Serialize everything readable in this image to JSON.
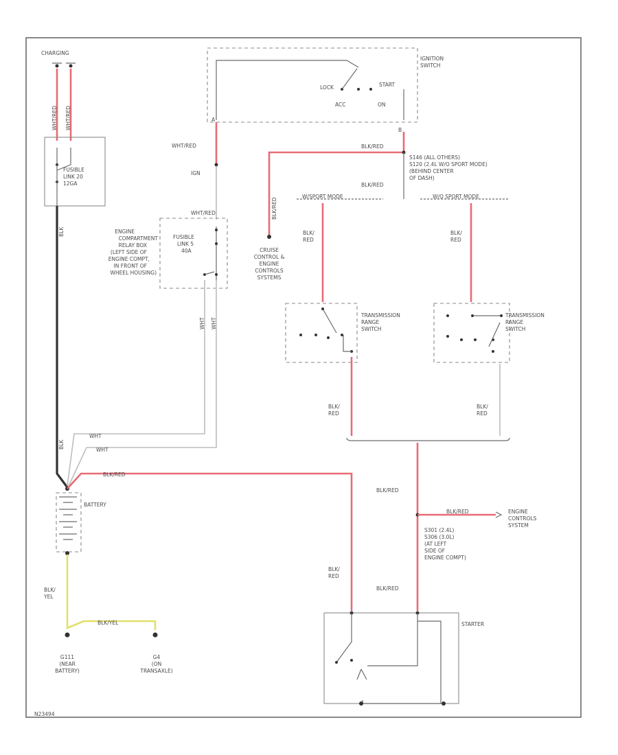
{
  "diagram": {
    "ignition_switch": {
      "title": [
        "IGNITION",
        "SWITCH"
      ],
      "lock": "LOCK",
      "acc": "ACC",
      "on": "ON",
      "start": "START"
    },
    "charging": "CHARGING",
    "fusible_link_20": [
      "FUSIBLE",
      "LINK 20",
      "12GA"
    ],
    "fusible_link_5": [
      "FUSIBLE",
      "LINK 5",
      "40A"
    ],
    "relay_box": [
      "ENGINE",
      "COMPARTMENT",
      "RELAY BOX",
      "(LEFT SIDE OF",
      "ENGINE COMPT,",
      "IN FRONT OF",
      "WHEEL HOUSING)"
    ],
    "splice_s146": [
      "S146 (ALL OTHERS)",
      "S120 (2.4L W/O SPORT MODE)",
      "(BEHIND CENTER",
      "OF DASH)"
    ],
    "w_sport_mode": "W/SPORT MODE",
    "wo_sport_mode": "W/O SPORT MODE",
    "cruise_control": [
      "CRUISE",
      "CONTROL &",
      "ENGINE",
      "CONTROLS",
      "SYSTEMS"
    ],
    "trans_range_switch": [
      "TRANSMISSION",
      "RANGE",
      "SWITCH"
    ],
    "engine_controls": [
      "ENGINE",
      "CONTROLS",
      "SYSTEM"
    ],
    "splice_s301": [
      "S301 (2.4L)",
      "S306 (3.0L)",
      "(AT LEFT",
      "SIDE OF",
      "ENGINE COMPT)"
    ],
    "battery": "BATTERY",
    "starter": "STARTER",
    "g111": [
      "G111",
      "(NEAR",
      "BATTERY)"
    ],
    "g_transaxle": [
      "G4",
      "(ON",
      "TRANSAXLE)"
    ],
    "ign_ref": "IGN",
    "wires": {
      "wht_red": "WHT/RED",
      "blk_red": "BLK/RED",
      "blk_slash_red": [
        "BLK/",
        "RED"
      ],
      "wht": "WHT",
      "blk": "BLK",
      "blk_yel": [
        "BLK/",
        "YEL"
      ],
      "blk_slash_yel": "BLK/YEL",
      "wht_red_v": "WHT/RED"
    },
    "pins": {
      "a": "A",
      "b": "B"
    },
    "figure_id": "N23494"
  }
}
